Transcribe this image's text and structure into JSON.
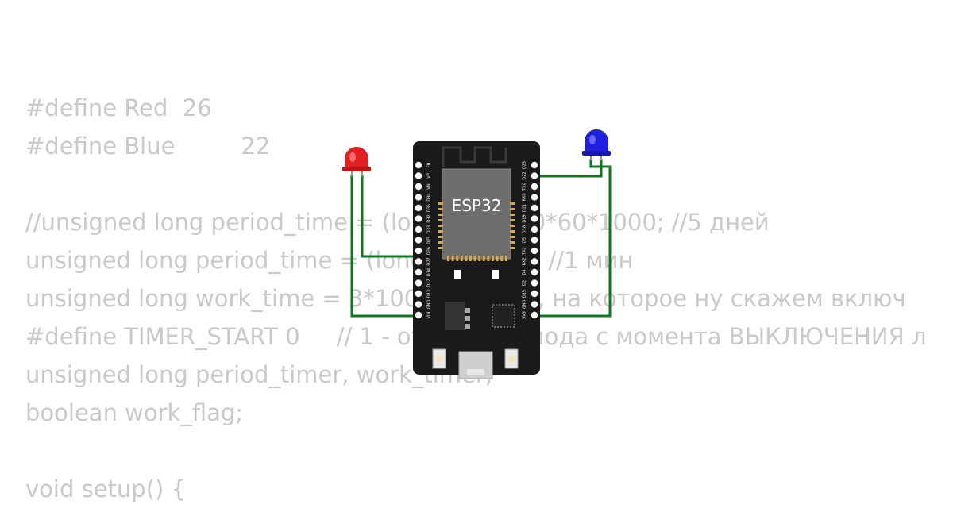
{
  "code_lines": [
    "",
    "#define Red  26",
    "#define Blue         22",
    "",
    "//unsigned long period_time = (long)5*24*60*60*1000; //5 дней",
    "unsigned long period_time = (long)60*1000; //1 мин",
    "unsigned long work_time = 3*1000; //время, на которое ну скажем включ",
    "#define TIMER_START 0     // 1 - отсчет периода с момента ВЫКЛЮЧЕНИЯ л",
    "unsigned long period_timer, work_timer;",
    "boolean work_flag;",
    "",
    "void setup() {"
  ],
  "board": {
    "chip_label": "ESP32",
    "left_pins": [
      "EN",
      "VP",
      "VN",
      "D34",
      "D35",
      "D32",
      "D33",
      "D25",
      "D26",
      "D27",
      "D14",
      "D12",
      "D13",
      "GND",
      "VIN"
    ],
    "right_pins": [
      "D23",
      "D22",
      "TX0",
      "RX0",
      "D21",
      "D19",
      "D18",
      "D5",
      "TX2",
      "RX2",
      "D4",
      "D2",
      "D15",
      "GND",
      "3V3"
    ]
  },
  "components": {
    "led_red": {
      "color": "#e02020"
    },
    "led_blue": {
      "color": "#2020e0"
    },
    "wire_color": "#0a7a1a"
  }
}
